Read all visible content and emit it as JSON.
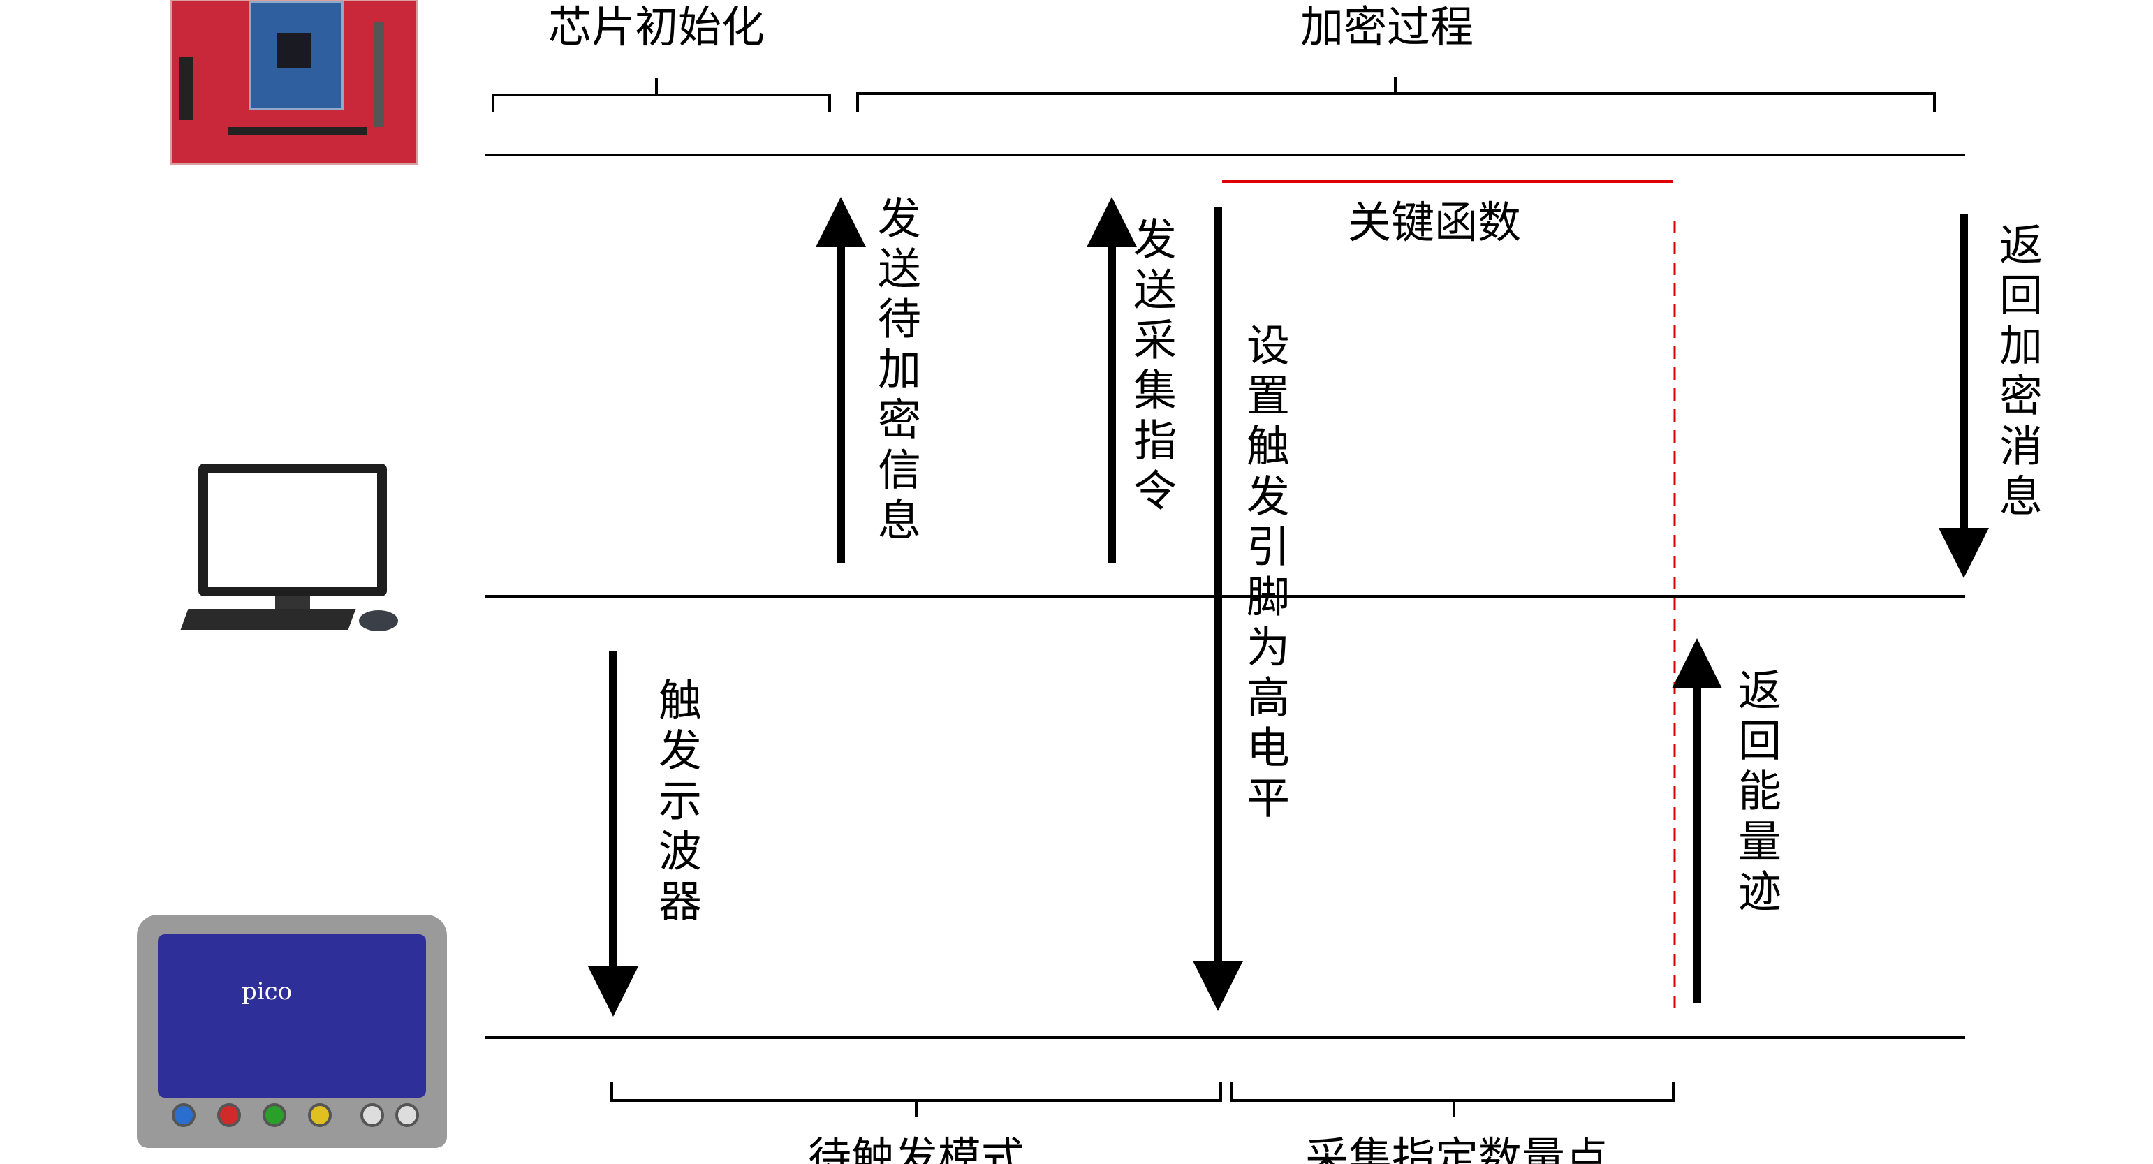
{
  "phases_top": {
    "chip_init": "芯片初始化",
    "encryption": "加密过程"
  },
  "phases_bottom": {
    "wait_trigger": "待触发模式",
    "sample_points": "采集指定数量点"
  },
  "key_function": "关键函数",
  "arrows": {
    "send_plaintext": "发送待加密信息",
    "send_capture_cmd": "发送采集指令",
    "set_trigger_high": "设置触发引脚为高电平",
    "return_ciphertext": "返回加密消息",
    "trigger_scope": "触发示波器",
    "return_trace": "返回能量迹"
  },
  "devices": {
    "scope_logo": "pico"
  },
  "colors": {
    "line": "#000000",
    "key_function": "#e00000"
  }
}
